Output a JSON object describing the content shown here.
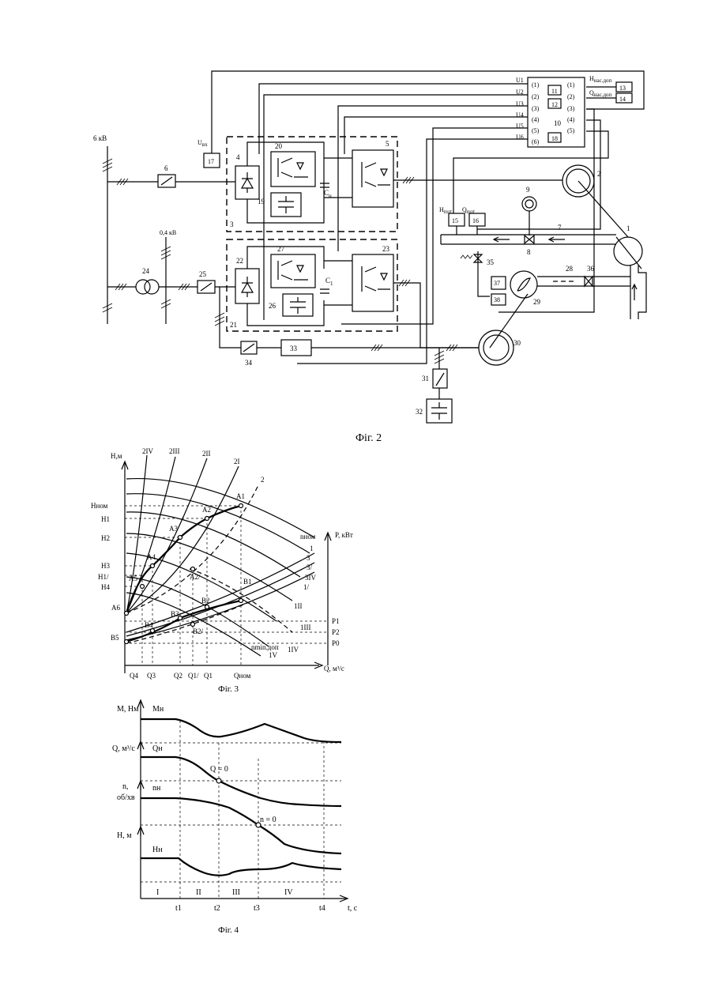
{
  "fig2": {
    "caption": "Фіг. 2",
    "bus_6kv": "6 кВ",
    "bus_04kv": "0,4 кВ",
    "u_vx": "U",
    "u_vx_sub": "вх",
    "c_n": "C",
    "c_n_sub": "н",
    "c1": "C",
    "c1_sub": "1",
    "h_nas_dop": "H",
    "h_nas_dop_sub": "нас.доп",
    "q_nas_dop": "Q",
    "q_nas_dop_sub": "нас.доп",
    "h_pot": "H",
    "h_pot_sub": "пот",
    "q_pot": "Q",
    "q_pot_sub": "пот",
    "u_labels": [
      "U1",
      "U2",
      "U3",
      "U4",
      "U5",
      "U6"
    ],
    "left_ports": [
      "(1)",
      "(2)",
      "(3)",
      "(4)",
      "(5)",
      "(6)"
    ],
    "right_ports": [
      "(1)",
      "(2)",
      "(3)",
      "(4)",
      "(5)"
    ],
    "numbers": [
      "1",
      "2",
      "3",
      "4",
      "5",
      "6",
      "7",
      "8",
      "9",
      "10",
      "11",
      "12",
      "13",
      "14",
      "15",
      "16",
      "17",
      "18",
      "19",
      "20",
      "21",
      "22",
      "23",
      "24",
      "25",
      "26",
      "27",
      "28",
      "29",
      "30",
      "31",
      "32",
      "33",
      "34",
      "35",
      "36",
      "37",
      "38"
    ]
  },
  "fig3": {
    "caption": "Фіг. 3",
    "y_label": "H,м",
    "y2_label": "P, кВт",
    "x_label": "Q, м³/с",
    "h_ticks": [
      "Hном",
      "H1",
      "H2",
      "H3",
      "H1/",
      "H4"
    ],
    "p_ticks": [
      "P1",
      "P2",
      "P0"
    ],
    "q_ticks": [
      "Q4",
      "Q3",
      "Q2",
      "Q1/",
      "Q1",
      "Qном"
    ],
    "top_curves": [
      "2IV",
      "2III",
      "2II",
      "2I",
      "2"
    ],
    "right_curves": [
      "nном",
      "1",
      "3",
      "3/",
      "3IV",
      "1/",
      "1II"
    ],
    "lower_labels": [
      "1III",
      "nmin.доп",
      "1V",
      "1IV"
    ],
    "points_a": [
      "A1",
      "A2",
      "A3",
      "A4",
      "A5",
      "A6",
      "A2/"
    ],
    "points_b": [
      "B1",
      "B2",
      "B3",
      "B4",
      "B5",
      "B2/"
    ]
  },
  "fig4": {
    "caption": "Фіг. 4",
    "y1": "M, Нм",
    "m_n": "Mн",
    "y2": "Q, м³/с",
    "q_n": "Qн",
    "q0": "Q = 0",
    "y3a": "n,",
    "y3b": "об/хв",
    "n_n": "nн",
    "n0": "n = 0",
    "y4": "H, м",
    "h_n": "Hн",
    "x_label": "t, c",
    "stages": [
      "I",
      "II",
      "III",
      "IV"
    ],
    "t_ticks": [
      "t1",
      "t2",
      "t3",
      "t4"
    ]
  }
}
